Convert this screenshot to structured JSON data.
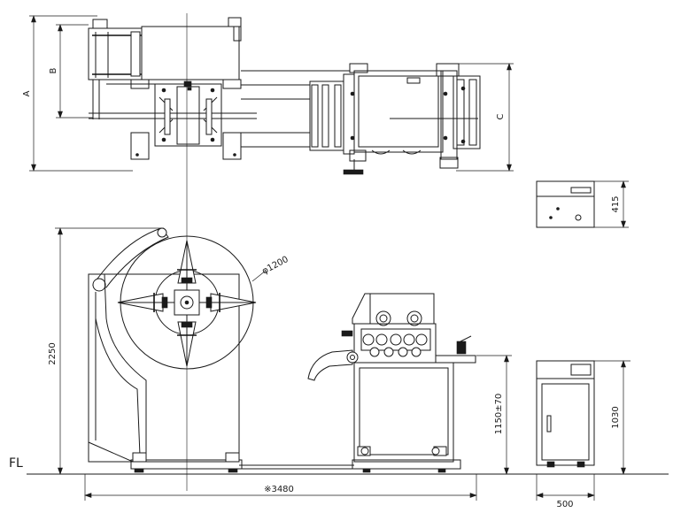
{
  "labels": {
    "dim_a": "A",
    "dim_b": "B",
    "dim_c": "C",
    "dim_415": "415",
    "dim_diameter": "φ1200",
    "dim_2250": "2250",
    "dim_1150": "1150±70",
    "dim_1030": "1030",
    "dim_3480": "※3480",
    "dim_500": "500",
    "floor_level": "FL"
  }
}
